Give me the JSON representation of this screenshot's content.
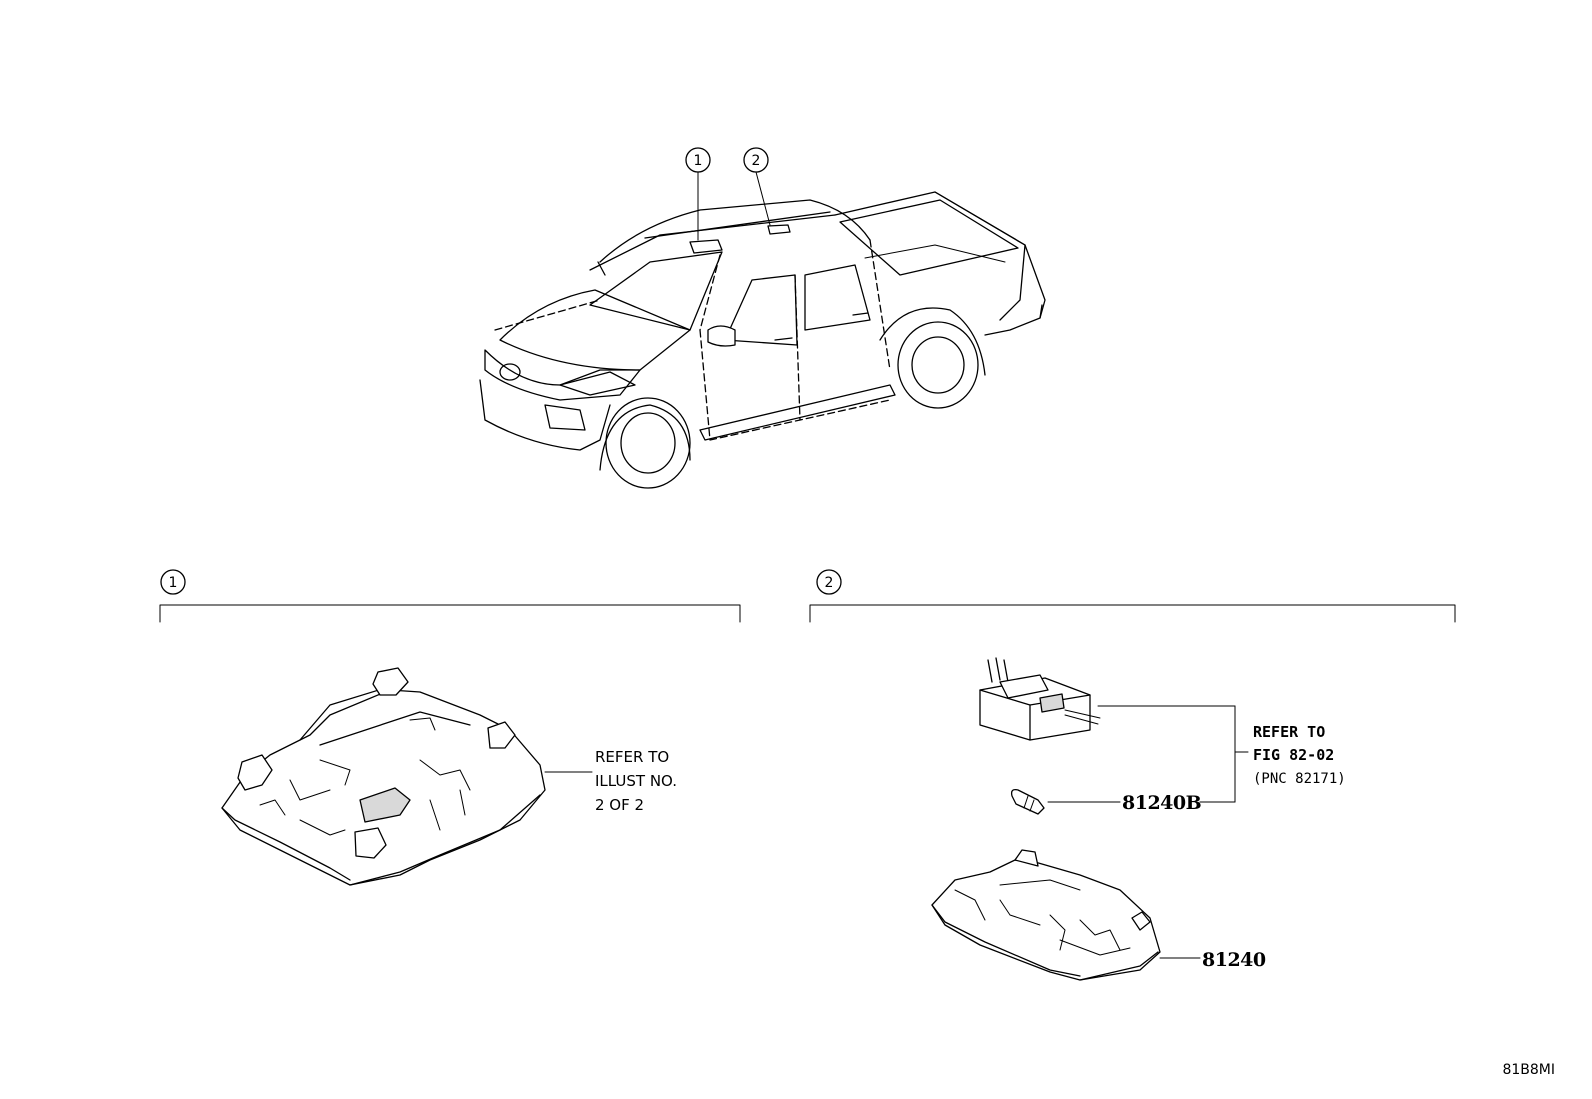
{
  "callouts": {
    "c1": "1",
    "c2": "2"
  },
  "section1": {
    "marker": "1",
    "note": [
      "REFER TO",
      "ILLUST NO.",
      "2 OF 2"
    ]
  },
  "section2": {
    "marker": "2",
    "note": [
      "REFER TO",
      "FIG 82-02",
      "(PNC 82171)"
    ],
    "part_bulb": "81240B",
    "part_lamp": "81240"
  },
  "figure_code": "81B8MI"
}
